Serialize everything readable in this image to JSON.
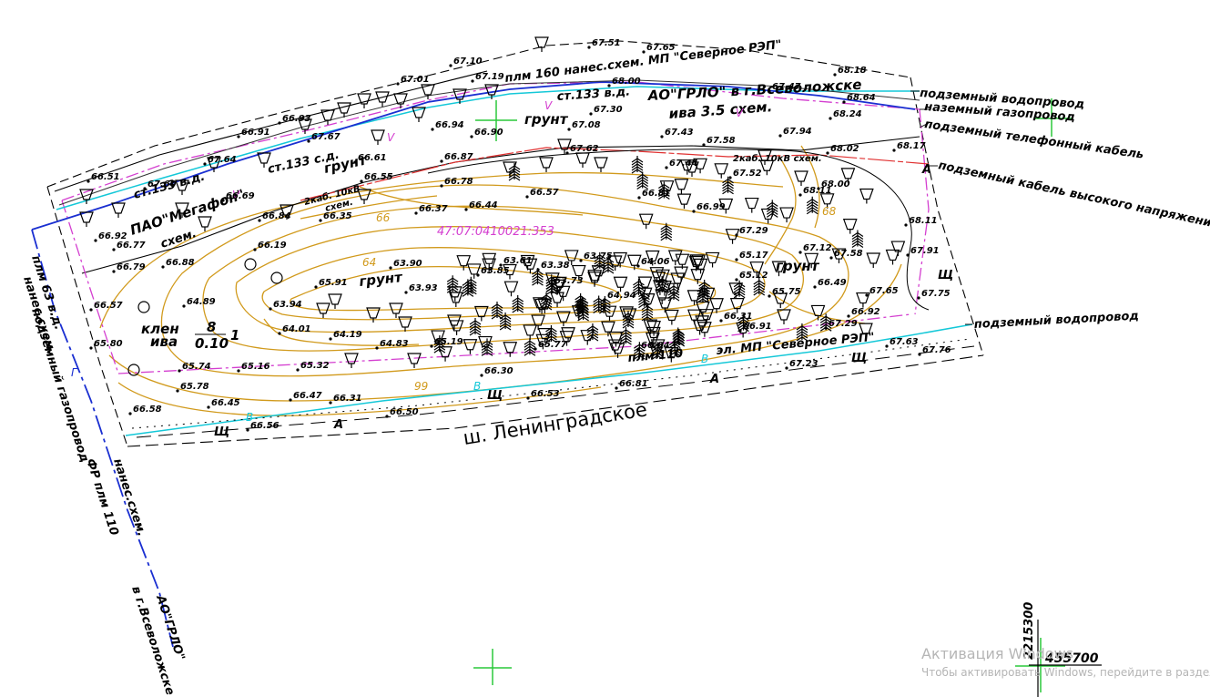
{
  "colors": {
    "background": "#ffffff",
    "contour": "#d19a1c",
    "boundary": "#d43fd0",
    "water_pipe": "#14c8d8",
    "gas_pipe": "#1a2fd1",
    "hv_cable": "#e03030",
    "cross_marker": "#2ac83a",
    "line": "#000000"
  },
  "icons": [
    "tree-icon",
    "conifer-icon",
    "shrub-icon",
    "survey-point-icon",
    "cross-marker-icon"
  ],
  "labels": {
    "utilities": {
      "water_top": "подземный водопровод",
      "gas_top": "наземный газопровод",
      "telephone": "подземный телефонный кабель",
      "hv_cable": "подземный кабель высокого напряжения",
      "water_bottom": "подземный водопровод",
      "gas_left_1": "плм 63 в.д.",
      "gas_left_2": "нанес.схем.",
      "gas_left_3": "подземный газопровод",
      "gas_left_4": "ФР плм 110",
      "gas_left_5": "нанес.схем.",
      "gas_left_6": "в г.Всеволожске",
      "gas_left_7": "АО\"ГРЛО\""
    },
    "annotations": {
      "plm160": "плм 160 нанес.схем. МП \"Северное РЭП\"",
      "st133_top": "ст.133 в.д.",
      "grlo_top": "АО\"ГРЛО\" в г.Всеволожске",
      "iva35": "ива 3.5 схем.",
      "grunt1": "грунт",
      "st133_left": "ст.133 в.д.",
      "megafon": "ПАО\"Мегафон\"",
      "schem": "схем.",
      "st133sd": "ст.133 с.д.",
      "grunt2": "грунт",
      "cab2_left": "2каб. 10кВ",
      "cab2_left_s": "схем.",
      "cab2_right": "2каб. 10кВ схем.",
      "grunt3": "грунт",
      "grunt4": "грунт",
      "parcel": "47:07:0410021:353",
      "klen": "клен",
      "iva": "ива",
      "frac_top": "8",
      "frac_bottom": "0.10",
      "frac_one": "1",
      "plm110": "плм 110",
      "el_mp": "эл. МП \"Северное РЭП\"",
      "road": "ш. Ленинградское",
      "coord_y": "2215300",
      "coord_x": "455700"
    },
    "letters": {
      "A1": "А",
      "A2": "А",
      "A3": "А",
      "Sh1": "Щ",
      "Sh2": "Щ",
      "Sh3": "Щ",
      "Sh4": "Щ",
      "V1": "В",
      "V2": "В",
      "V3": "В",
      "G1": "Г",
      "Vmag1": "V",
      "Vmag2": "V",
      "Vmag3": "V",
      "Vmag4": "V",
      "c64": "64",
      "c66": "66",
      "c68": "68",
      "c99": "99"
    }
  },
  "elevations": [
    "67.51",
    "67.65",
    "67.10",
    "67.19",
    "68.00",
    "67.47",
    "68.18",
    "68.64",
    "68.24",
    "67.01",
    "66.94",
    "66.90",
    "67.30",
    "67.08",
    "67.43",
    "67.58",
    "67.94",
    "68.02",
    "68.17",
    "66.91",
    "66.93",
    "67.64",
    "67.67",
    "66.61",
    "66.55",
    "66.87",
    "66.78",
    "67.62",
    "67.44",
    "67.52",
    "66.51",
    "67.60",
    "66.69",
    "66.84",
    "66.35",
    "66.37",
    "66.44",
    "66.57",
    "66.81",
    "66.99",
    "66.92",
    "66.77",
    "66.19",
    "66.79",
    "66.88",
    "67.29",
    "67.12",
    "67.58",
    "68.11",
    "67.91",
    "65.91",
    "63.90",
    "63.93",
    "63.85",
    "63.61",
    "63.38",
    "63.75",
    "64.06",
    "65.17",
    "65.12",
    "66.57",
    "64.89",
    "63.94",
    "63.73",
    "64.94",
    "65.75",
    "66.49",
    "67.65",
    "67.75",
    "64.01",
    "64.19",
    "64.83",
    "65.19",
    "65.77",
    "66.31",
    "66.91",
    "66.92",
    "67.29",
    "65.80",
    "65.74",
    "65.16",
    "65.32",
    "66.30",
    "66.84",
    "67.63",
    "67.76",
    "67.23",
    "65.78",
    "66.45",
    "66.47",
    "66.31",
    "66.53",
    "66.81",
    "66.58",
    "66.50",
    "66.56",
    "68.11",
    "68.00"
  ],
  "watermark": {
    "line1": "Активация Windows",
    "line2": "Чтобы активировать Windows, перейдите в раздел «Параметры»."
  }
}
